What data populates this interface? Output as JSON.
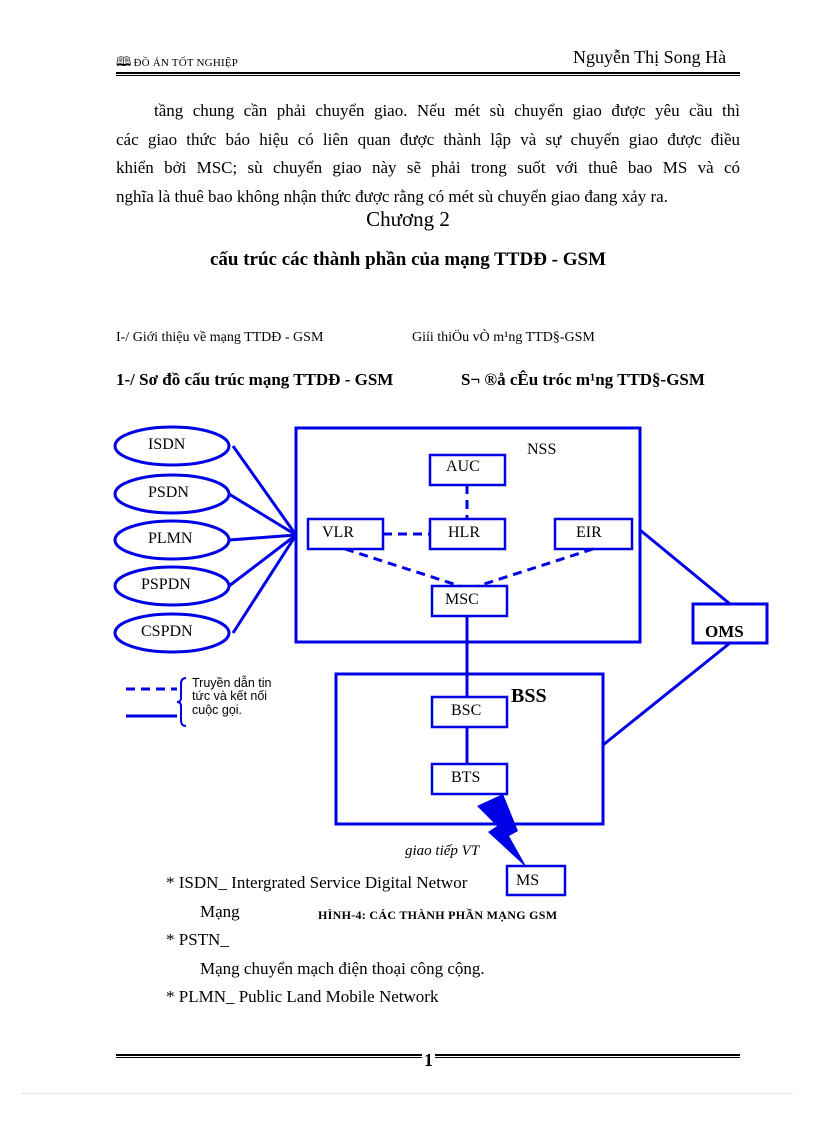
{
  "header": {
    "left_label": "ĐỒ ÁN TỐT NGHIỆP",
    "right_label": "Nguyễn Thị Song Hà"
  },
  "paragraph": {
    "lines": [
      "tầng chung cần phải chuyển giao. Nếu mét sù chuyển giao được yêu cầu thì",
      "các giao thức báo hiệu có liên quan được thành lập và sự chuyển giao được điều",
      "khiển bởi MSC; sù chuyển giao này sẽ phải trong suốt với thuê bao MS và có",
      "nghĩa là thuê bao không nhận thức được rằng có mét sù chuyển giao đang xảy ra."
    ]
  },
  "chapter": {
    "title": "Chương 2",
    "subtitle": "cấu trúc các thành phần của mạng TTDĐ - GSM"
  },
  "section1": {
    "heading": "I-/ Giới thiệu về mạng  TTDĐ - GSM",
    "garbled": "Giíi thiÖu vÒ m¹ng TTD§-GSM"
  },
  "section2": {
    "heading": "1-/ Sơ đồ cấu trúc mạng TTDĐ - GSM",
    "garbled": "S¬ ®å cÊu tróc m¹ng TTD§-GSM"
  },
  "diagram": {
    "networks": [
      "ISDN",
      "PSDN",
      "PLMN",
      "PSPDN",
      "CSPDN"
    ],
    "nss_label": "NSS",
    "bss_label": "BSS",
    "oms_label": "OMS",
    "nodes": {
      "auc": "AUC",
      "vlr": "VLR",
      "hlr": "HLR",
      "eir": "EIR",
      "msc": "MSC",
      "bsc": "BSC",
      "bts": "BTS",
      "ms": "MS"
    },
    "legend": [
      "Truyền dẫn tin",
      "tức và kết nối",
      "cuộc gọi."
    ],
    "radio_label": "giao tiếp VT",
    "caption": "HÌNH-4: CÁC THÀNH PHẦN MẠNG GSM",
    "colors": {
      "line": "#0000e6",
      "text": "#000000"
    }
  },
  "list": {
    "items": [
      "* ISDN_ Intergrated Service Digital  Networ",
      "Mạng",
      "* PSTN_ ",
      "Mạng chuyển mạch điện thoại công cộng.",
      "* PLMN_ Public Land Mobile Network"
    ]
  },
  "footer": {
    "page_number": "1"
  }
}
